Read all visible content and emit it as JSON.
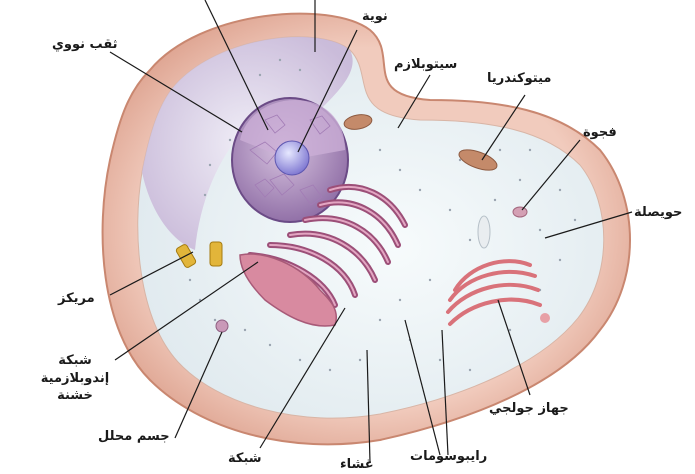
{
  "labels": {
    "nucleolus": "نوية",
    "nuclear_pore": "ثقب نووي",
    "cytoplasm": "سيتوبلازم",
    "mitochondria": "ميتوكندريا",
    "vacuole": "فجوة",
    "vesicle": "حويصلة",
    "centrosome": "مريكز",
    "rough_er": "شبكة إندوبلازمية خشنة",
    "lysosome": "جسم محلل",
    "golgi": "جهاز جولجي",
    "ribosomes": "رايبوسومات",
    "smooth_er_partial": "شبكة",
    "membrane_partial": "غشاء"
  },
  "colors": {
    "outer_membrane": "#e8b9a8",
    "cytoplasm": "#eef4f6",
    "nucleus": "#b89ac7",
    "nucleolus": "#8e86d8",
    "rough_er": "#a0527a",
    "golgi": "#d9727a",
    "label_line": "#1a1a1a"
  }
}
